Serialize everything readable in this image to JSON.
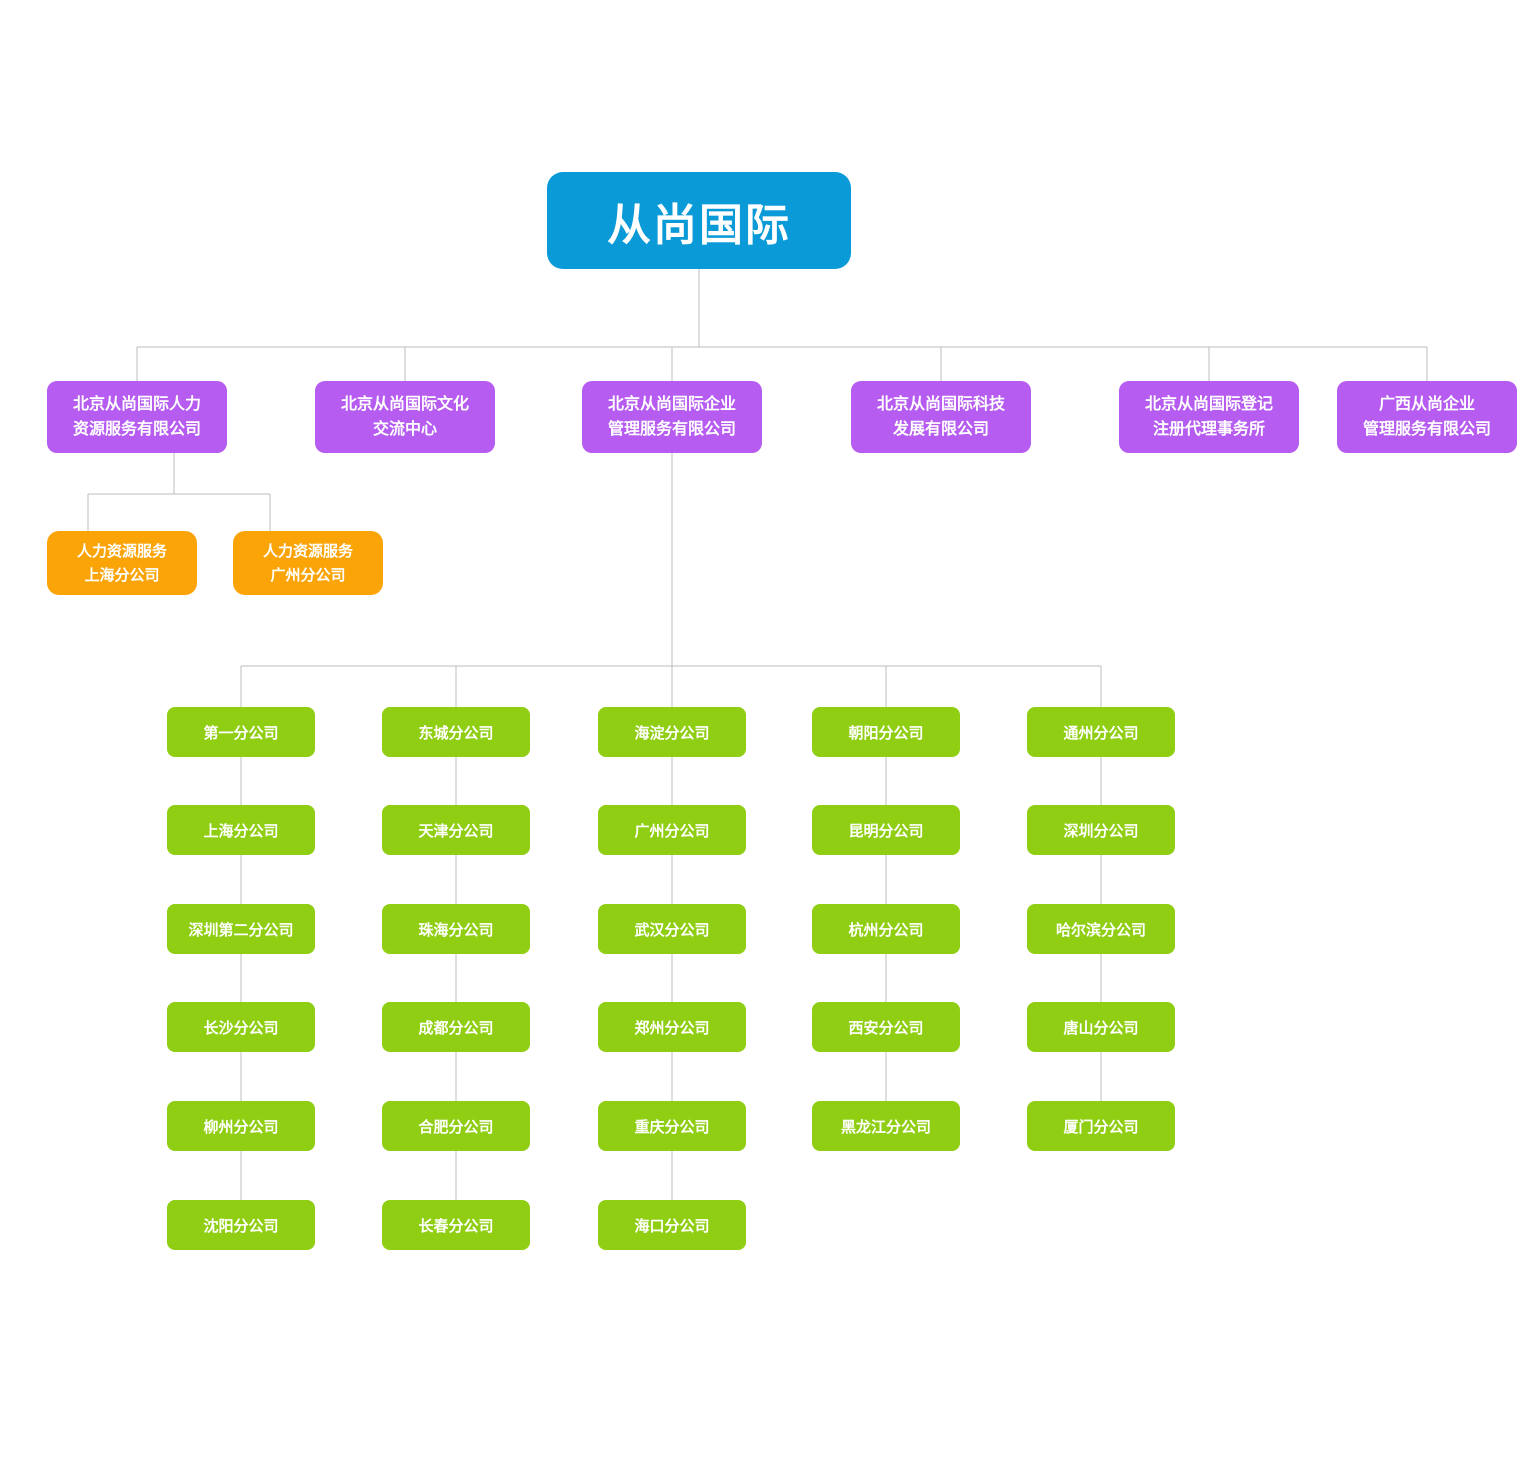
{
  "chart": {
    "type": "org-chart",
    "root": {
      "label": "从尚国际"
    },
    "level2": [
      "北京从尚国际人力\n资源服务有限公司",
      "北京从尚国际文化\n交流中心",
      "北京从尚国际企业\n管理服务有限公司",
      "北京从尚国际科技\n发展有限公司",
      "北京从尚国际登记\n注册代理事务所",
      "广西从尚企业\n管理服务有限公司"
    ],
    "hr_branches": [
      "人力资源服务\n上海分公司",
      "人力资源服务\n广州分公司"
    ],
    "branch_columns": [
      [
        "第一分公司",
        "上海分公司",
        "深圳第二分公司",
        "长沙分公司",
        "柳州分公司",
        "沈阳分公司"
      ],
      [
        "东城分公司",
        "天津分公司",
        "珠海分公司",
        "成都分公司",
        "合肥分公司",
        "长春分公司"
      ],
      [
        "海淀分公司",
        "广州分公司",
        "武汉分公司",
        "郑州分公司",
        "重庆分公司",
        "海口分公司"
      ],
      [
        "朝阳分公司",
        "昆明分公司",
        "杭州分公司",
        "西安分公司",
        "黑龙江分公司"
      ],
      [
        "通州分公司",
        "深圳分公司",
        "哈尔滨分公司",
        "唐山分公司",
        "厦门分公司"
      ]
    ],
    "colors": {
      "root": "#0a9ad7",
      "level2": "#b65cf0",
      "hr_branch": "#fba408",
      "branch": "#8fce12",
      "connector": "#bcbcbc"
    }
  }
}
